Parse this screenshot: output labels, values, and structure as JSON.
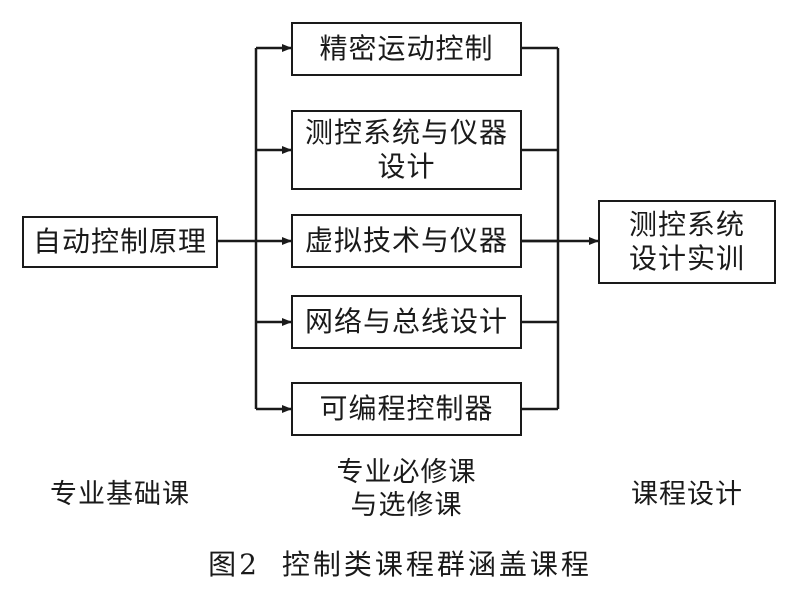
{
  "boxes": {
    "source": "自动控制原理",
    "courses": [
      "精密运动控制",
      "测控系统与仪器\n设计",
      "虚拟技术与仪器",
      "网络与总线设计",
      "可编程控制器"
    ],
    "target": "测控系统\n设计实训"
  },
  "stage_labels": {
    "left": "专业基础课",
    "middle": "专业必修课\n与选修课",
    "right": "课程设计"
  },
  "caption": {
    "number": "图2",
    "text": "控制类课程群涵盖课程"
  }
}
